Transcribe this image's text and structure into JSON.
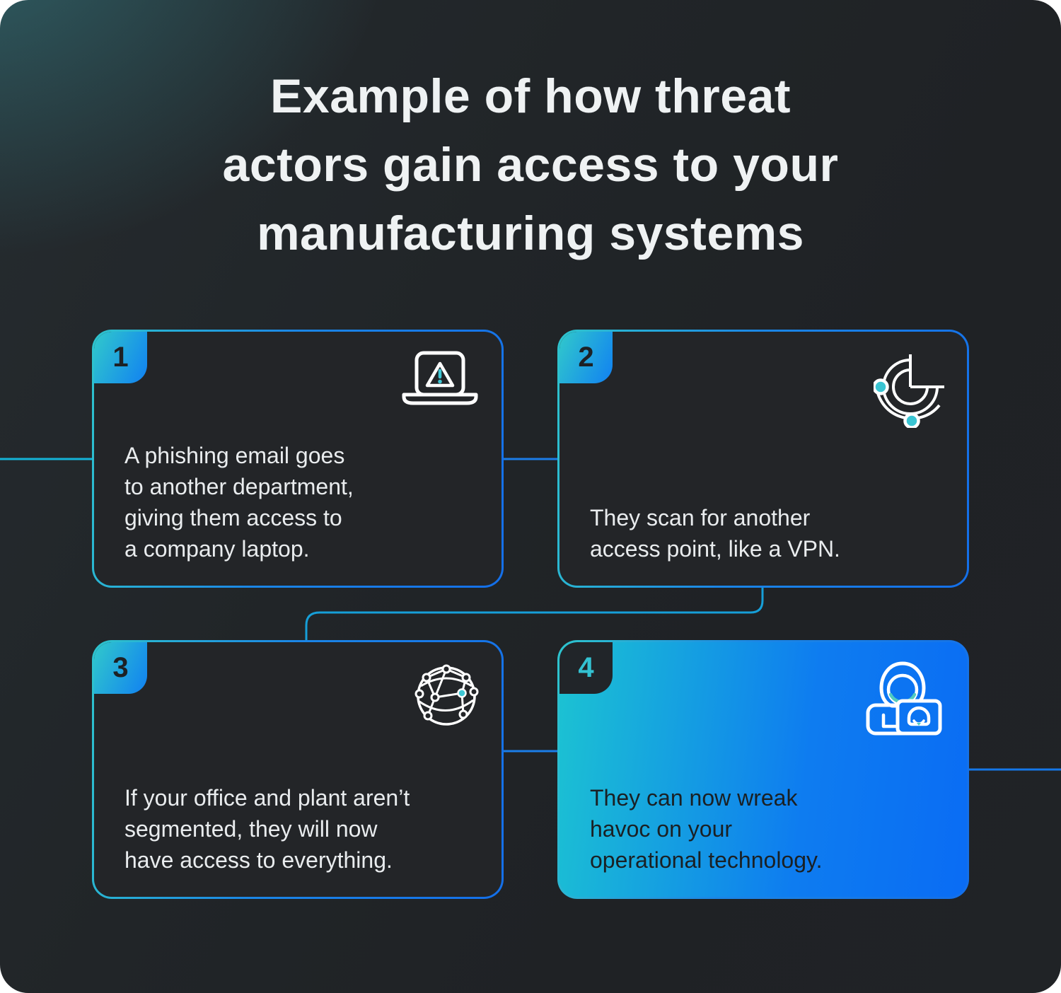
{
  "title": {
    "lines": [
      "Example of how threat",
      "actors gain access to your",
      "manufacturing systems"
    ]
  },
  "cards": [
    {
      "number": "1",
      "icon": "laptop-warning-icon",
      "variant": "dark",
      "text": "A phishing email goes to another department, giving them access to a company laptop.",
      "lines": [
        "A phishing email goes",
        "to another department,",
        "giving them access to",
        "a company laptop."
      ]
    },
    {
      "number": "2",
      "icon": "radar-scan-icon",
      "variant": "dark",
      "text": "They scan for another access point, like a VPN.",
      "lines": [
        "They scan for another",
        "access point, like a VPN."
      ]
    },
    {
      "number": "3",
      "icon": "network-globe-icon",
      "variant": "dark",
      "text": "If your office and plant aren't segmented, they will now have access to everything.",
      "lines": [
        "If your office and plant aren’t",
        "segmented, they will now",
        "have access to everything."
      ]
    },
    {
      "number": "4",
      "icon": "hacker-laptop-icon",
      "variant": "highlight",
      "text": "They can now wreak havoc on your operational technology.",
      "lines": [
        "They can now wreak",
        "havoc on your",
        "operational technology."
      ]
    }
  ],
  "colors": {
    "accent_teal": "#2fc6d2",
    "accent_blue": "#1277ee",
    "connector_cyan": "#14b4d8",
    "connector_blue": "#1b7de8",
    "card_background": "#232528",
    "highlight_card_gradient_start": "#1cc3d2",
    "highlight_card_gradient_end": "#0a6cf4",
    "title_text": "#eff2f3",
    "card_text_light": "#e9ecee",
    "card_text_dark": "#1a2024"
  }
}
